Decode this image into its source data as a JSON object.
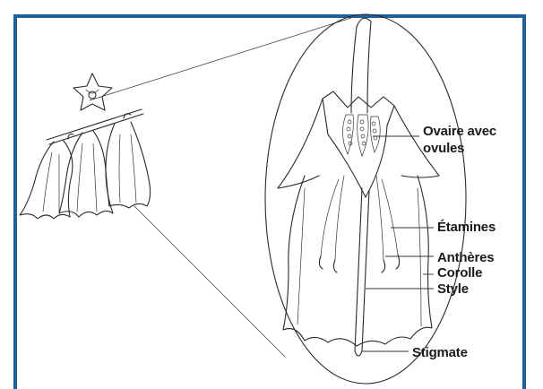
{
  "labels": {
    "ovary_line1": "Ovaire avec",
    "ovary_line2": "ovules",
    "stamens": "Étamines",
    "anthers": "Anthères",
    "corolla": "Corolle",
    "style": "Style",
    "stigma": "Stigmate"
  },
  "colors": {
    "frame_border": "#1f5f9a",
    "ink": "#2a2a2a",
    "background": "#ffffff"
  }
}
